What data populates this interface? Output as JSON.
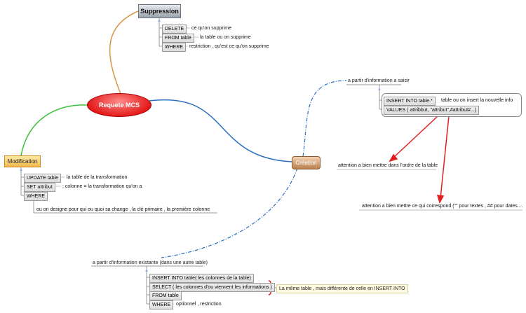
{
  "central": "Requete MCS",
  "suppression": {
    "title": "Suppression",
    "items": [
      {
        "keyword": "DELETE",
        "note": "ce qu'on supprime"
      },
      {
        "keyword": "FROM table",
        "note": "la table ou on supprime"
      },
      {
        "keyword": "WHERE",
        "note": "restriction , qu'est ce qu'on supprime"
      }
    ]
  },
  "modification": {
    "title": "Modification",
    "items": [
      {
        "keyword": "UPDATE table",
        "note": "la table de la transformation"
      },
      {
        "keyword": "SET attribut",
        "note": "; colonne = la transformation qu'on a"
      },
      {
        "keyword": "WHERE",
        "note": ""
      }
    ],
    "where_note": "ou on designe pour qui ou quoi sa change , la clé primaire , la première colonne"
  },
  "creation": {
    "title": "Création",
    "saisie": {
      "label": "a partir d'information  a saisir",
      "insert": "INSERT INTO table.*",
      "insert_note": "table ou on insert la nouvelle info",
      "values": "VALUES ( attribbut, \"attribut\",#attribut#...)",
      "callout1": "attention a bien mettre dans l'ordre de la table",
      "callout2": "attention a bien mettre ce qui correspond (\"\" pour textes , ## pour dates...."
    },
    "existante": {
      "label": "a partir d'information existante (dans une autre table)",
      "items": [
        {
          "keyword": "INSERT INTO table( les colonnes de la table)",
          "note": ""
        },
        {
          "keyword": "SELECT ( les colonnes d'ou viennent les informations )",
          "note": ""
        },
        {
          "keyword": "FROM table",
          "note": ""
        },
        {
          "keyword": "WHERE",
          "note": "optionnel , restriction"
        }
      ],
      "brace_note": "La même table , mais différente de celle en INSERT INTO"
    }
  },
  "colors": {
    "suppression_link": "#d9964a",
    "modification_link": "#3cbf3c",
    "creation_link": "#2b6fc0",
    "arrow_red": "#e02020"
  }
}
